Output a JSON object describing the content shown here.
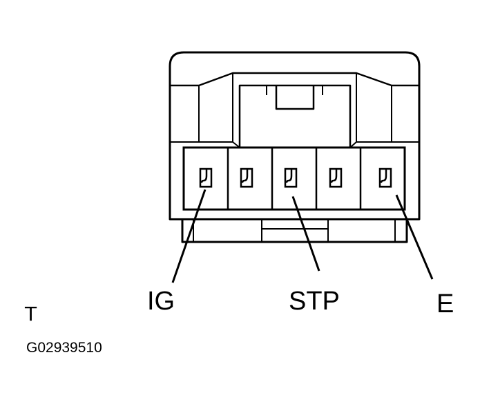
{
  "diagram": {
    "terminal_count": 5,
    "labels": {
      "ig": "IG",
      "stp": "STP",
      "e": "E"
    },
    "corner_mark": "T",
    "figure_id": "G02939510"
  },
  "colors": {
    "line": "#000000",
    "background": "#ffffff"
  }
}
